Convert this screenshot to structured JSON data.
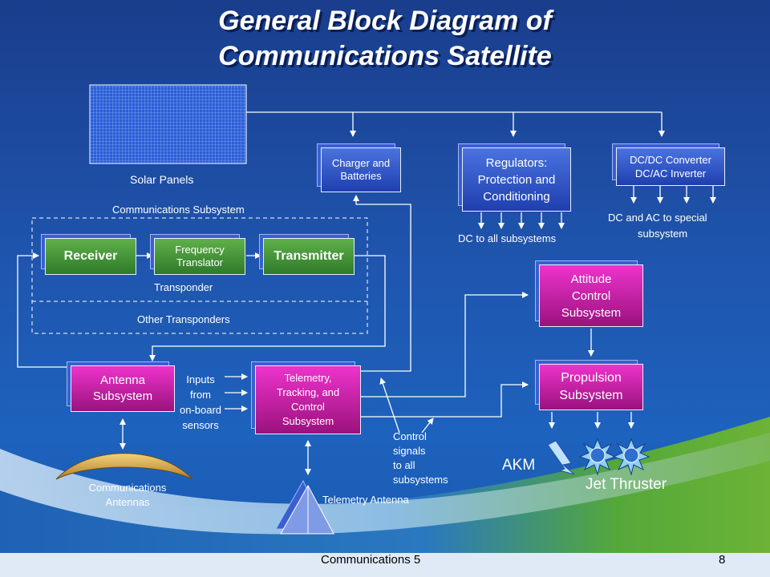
{
  "title": {
    "line1": "General Block Diagram of",
    "line2": "Communications Satellite"
  },
  "labels": {
    "solar_panels": "Solar Panels",
    "communications_subsystem": "Communications Subsystem",
    "transponder": "Transponder",
    "other_transponders": "Other Transponders",
    "dc_to_all": "DC to all subsystems",
    "dc_ac_special_1": "DC and AC to special",
    "dc_ac_special_2": "subsystem",
    "inputs_1": "Inputs",
    "inputs_2": "from",
    "inputs_3": "on-board",
    "inputs_4": "sensors",
    "control_1": "Control",
    "control_2": "signals",
    "control_3": "to all",
    "control_4": "subsystems",
    "comm_antennas_1": "Communications",
    "comm_antennas_2": "Antennas",
    "telemetry_antenna": "Telemetry Antenna",
    "akm": "AKM",
    "jet_thruster": "Jet Thruster"
  },
  "blocks": {
    "charger_1": "Charger and",
    "charger_2": "Batteries",
    "regulators_1": "Regulators:",
    "regulators_2": "Protection and",
    "regulators_3": "Conditioning",
    "dcdc_1": "DC/DC Converter",
    "dcdc_2": "DC/AC Inverter",
    "receiver": "Receiver",
    "freq_1": "Frequency",
    "freq_2": "Translator",
    "transmitter": "Transmitter",
    "attitude_1": "Attitude",
    "attitude_2": "Control",
    "attitude_3": "Subsystem",
    "antenna_1": "Antenna",
    "antenna_2": "Subsystem",
    "ttc_1": "Telemetry,",
    "ttc_2": "Tracking, and",
    "ttc_3": "Control",
    "ttc_4": "Subsystem",
    "propulsion_1": "Propulsion",
    "propulsion_2": "Subsystem"
  },
  "footer": {
    "course": "Communications 5",
    "page": "8"
  },
  "colors": {
    "green_block": "#3f8f35",
    "blue_block": "#2f56c8",
    "pink_block": "#cc1fa8",
    "arrow": "#ffffff"
  }
}
